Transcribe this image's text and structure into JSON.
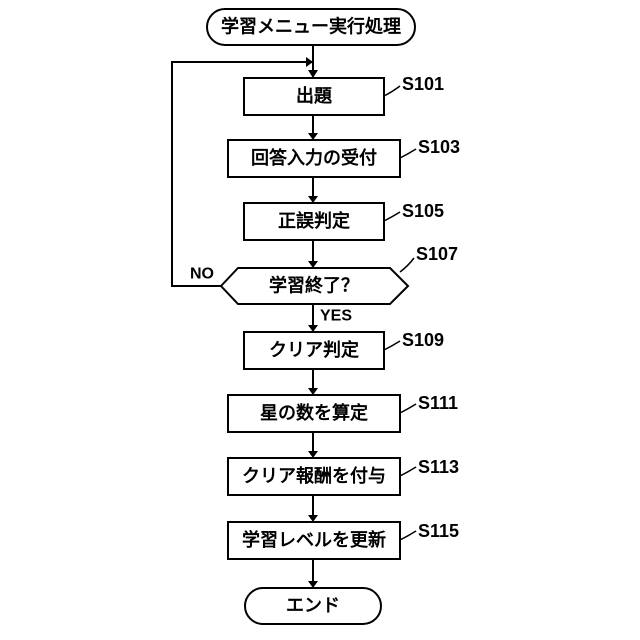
{
  "flowchart": {
    "start": "学習メニュー実行処理",
    "end": "エンド",
    "steps": [
      {
        "id": "S101",
        "label": "出題"
      },
      {
        "id": "S103",
        "label": "回答入力の受付"
      },
      {
        "id": "S105",
        "label": "正誤判定"
      },
      {
        "id": "S107",
        "label": "学習終了？"
      },
      {
        "id": "S109",
        "label": "クリア判定"
      },
      {
        "id": "S111",
        "label": "星の数を算定"
      },
      {
        "id": "S113",
        "label": "クリア報酬を付与"
      },
      {
        "id": "S115",
        "label": "学習レベルを更新"
      }
    ],
    "branches": {
      "no": "NO",
      "yes": "YES"
    }
  }
}
